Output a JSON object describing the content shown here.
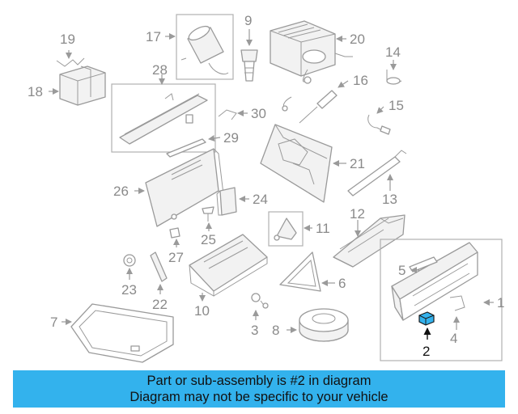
{
  "banner": {
    "line1": "Part or sub-assembly is #2 in diagram",
    "line2": "Diagram may not be specific to your vehicle"
  },
  "highlight_color": "#33b2ed",
  "callouts": {
    "n1": "1",
    "n2": "2",
    "n3": "3",
    "n4": "4",
    "n5": "5",
    "n6": "6",
    "n7": "7",
    "n8": "8",
    "n9": "9",
    "n10": "10",
    "n11": "11",
    "n12": "12",
    "n13": "13",
    "n14": "14",
    "n15": "15",
    "n16": "16",
    "n17": "17",
    "n18": "18",
    "n19": "19",
    "n20": "20",
    "n21": "21",
    "n22": "22",
    "n23": "23",
    "n24": "24",
    "n25": "25",
    "n26": "26",
    "n27": "27",
    "n28": "28",
    "n29": "29",
    "n30": "30"
  }
}
